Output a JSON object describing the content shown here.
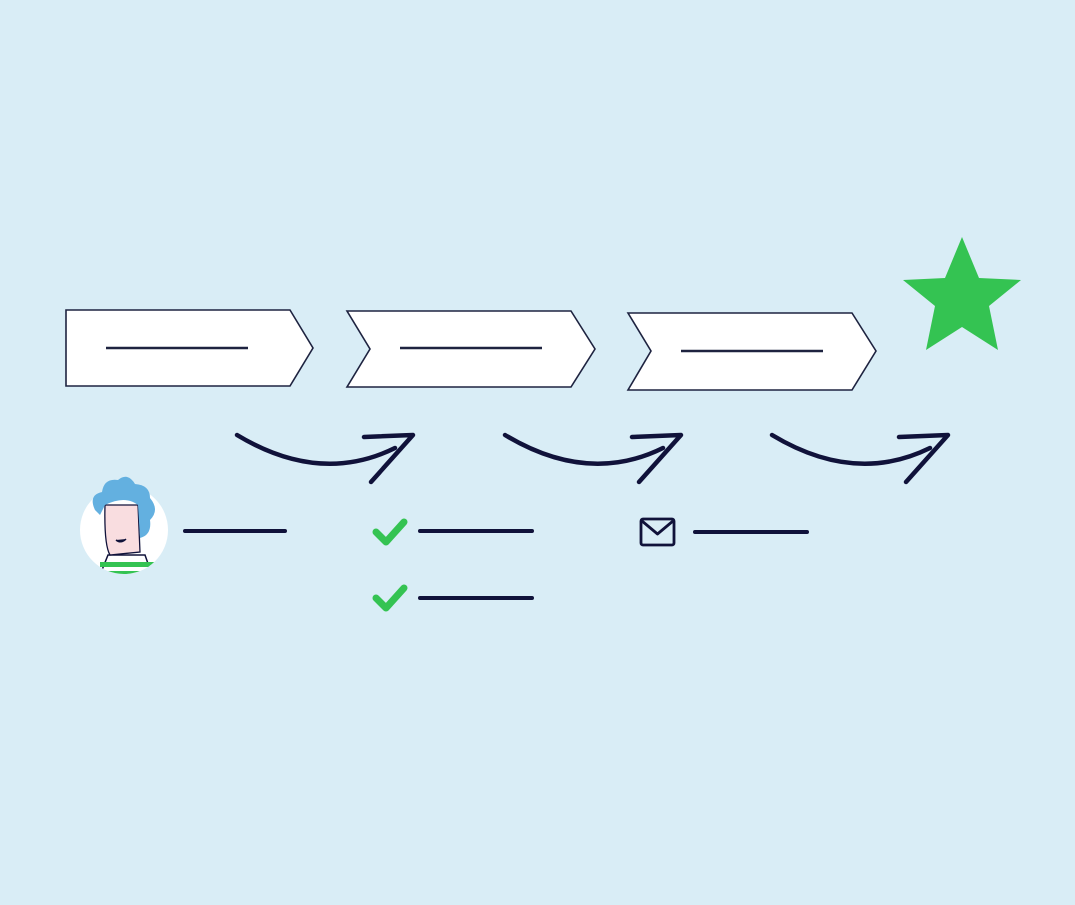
{
  "colors": {
    "background": "#d9edf6",
    "ink": "#10123a",
    "accent_green": "#34c352",
    "hair_blue": "#63b0e0",
    "skin": "#f9dde0",
    "card_fill": "#ffffff"
  },
  "steps": [
    {
      "icon": "person-avatar-icon",
      "lines": 1
    },
    {
      "icon": "checkmark-icon",
      "lines": 2
    },
    {
      "icon": "envelope-icon",
      "lines": 1
    }
  ],
  "goal_icon": "star-icon"
}
